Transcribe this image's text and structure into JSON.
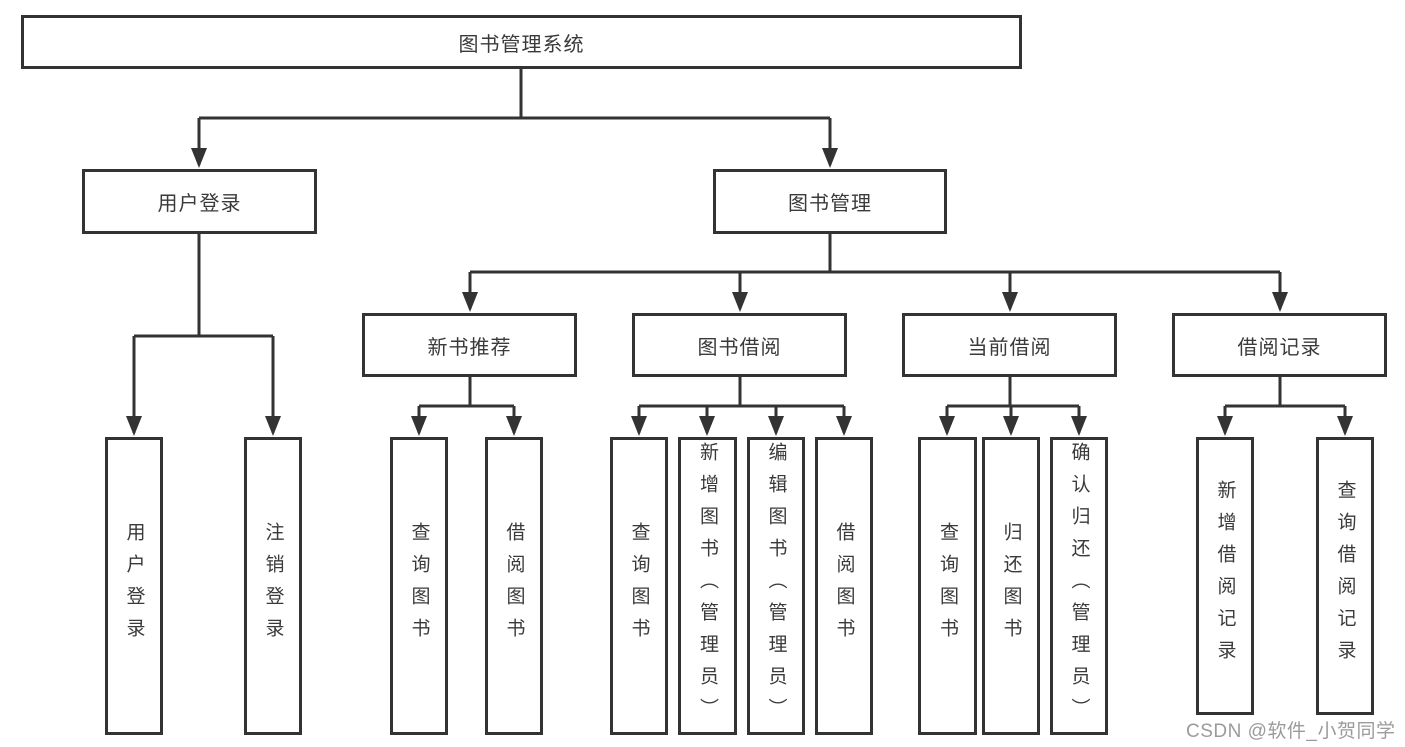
{
  "diagram": {
    "root": "图书管理系统",
    "user_login": {
      "label": "用户登录",
      "children": [
        "用户登录",
        "注销登录"
      ]
    },
    "book_mgmt": {
      "label": "图书管理",
      "groups": [
        {
          "label": "新书推荐",
          "children": [
            "查询图书",
            "借阅图书"
          ]
        },
        {
          "label": "图书借阅",
          "children": [
            "查询图书",
            "新增图书（管理员）",
            "编辑图书（管理员）",
            "借阅图书"
          ]
        },
        {
          "label": "当前借阅",
          "children": [
            "查询图书",
            "归还图书",
            "确认归还（管理员）"
          ]
        },
        {
          "label": "借阅记录",
          "children": [
            "新增借阅记录",
            "查询借阅记录"
          ]
        }
      ]
    }
  },
  "watermark": "CSDN @软件_小贺同学",
  "colors": {
    "line": "#333333",
    "border": "#333333",
    "text": "#3a3a3a",
    "watermark": "#9b9b9b",
    "background": "#ffffff"
  }
}
